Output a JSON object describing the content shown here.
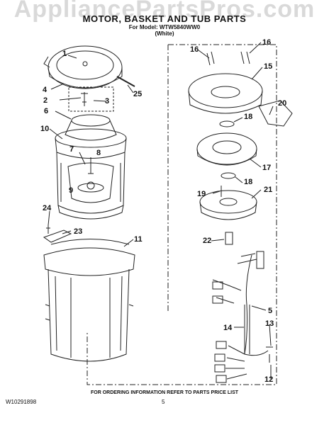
{
  "watermark": "AppliancePartsPros.com",
  "title": "MOTOR, BASKET AND TUB PARTS",
  "model_line": "For Model: WTW5840WW0",
  "color_line": "(White)",
  "footer": "FOR ORDERING INFORMATION REFER TO PARTS PRICE LIST",
  "doc_number": "W10291898",
  "page_number": "5",
  "callouts": [
    "1",
    "2",
    "3",
    "4",
    "5",
    "6",
    "7",
    "8",
    "9",
    "10",
    "11",
    "12",
    "13",
    "14",
    "15",
    "16",
    "16",
    "17",
    "18",
    "18",
    "19",
    "20",
    "21",
    "22",
    "23",
    "24",
    "25"
  ],
  "colors": {
    "line": "#222222",
    "watermark": "#aaaaaa"
  }
}
